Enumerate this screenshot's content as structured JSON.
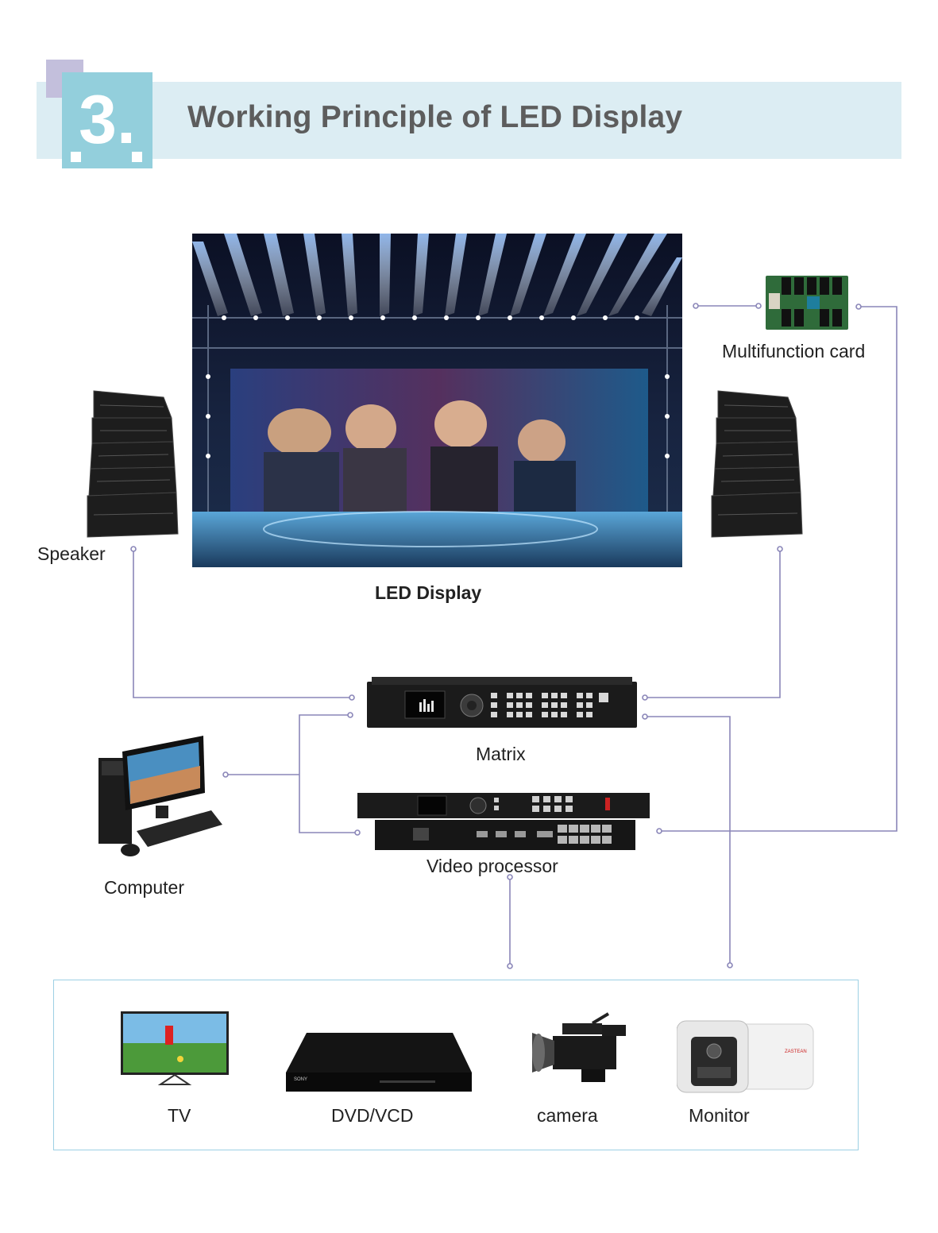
{
  "header": {
    "number": "3.",
    "title": "Working Principle of LED Display"
  },
  "diagram": {
    "led_display": "LED Display",
    "speaker_left": "Speaker",
    "multifunction_card": "Multifunction card",
    "matrix": "Matrix",
    "video_processor": "Video processor",
    "computer": "Computer"
  },
  "sources": {
    "tv": "TV",
    "dvd": "DVD/VCD",
    "camera": "camera",
    "monitor": "Monitor"
  },
  "brand_marks": {
    "dvd_brand": "SONY",
    "monitor_brand": "ZASTEAN"
  },
  "colors": {
    "header_bar": "#dcedf3",
    "header_square": "#93cfdc",
    "accent_purple": "#c3bfdc",
    "connector_line": "#8a86b8",
    "source_border": "#9dd0e4"
  }
}
